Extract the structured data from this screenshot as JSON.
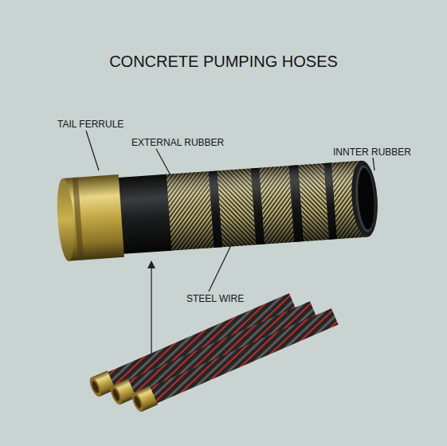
{
  "diagram": {
    "title": "CONCRETE PUMPING HOSES",
    "labels": [
      "TAIL FERRULE",
      "EXTERNAL RUBBER",
      "INNTER RUBBER",
      "STEEL WIRE"
    ]
  }
}
